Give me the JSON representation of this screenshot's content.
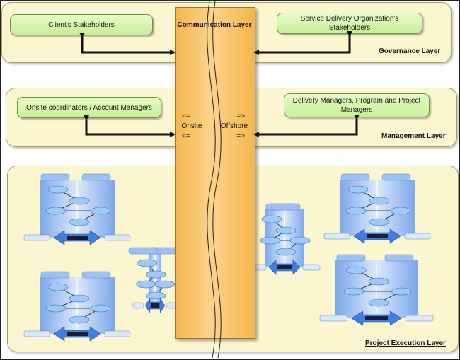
{
  "layers": {
    "governance": "Governance Layer",
    "management": "Management Layer",
    "execution": "Project Execution Layer"
  },
  "communication": {
    "title": "Communication Layer",
    "onsite_arrow_top": "<=",
    "onsite_label": "Onsite",
    "onsite_arrow_bottom": "<=",
    "offshore_arrow_top": "=>",
    "offshore_label": "Offshore",
    "offshore_arrow_bottom": "=>"
  },
  "boxes": {
    "client_stakeholders": "Client's Stakeholders",
    "sdo_stakeholders": "Service Delivery Organization's Stakeholders",
    "onsite_coordinators": "Onsite coordinators / Account Managers",
    "delivery_managers": "Delivery Managers, Program and Project Managers"
  },
  "colors": {
    "layer_fill": "#fbf6cf",
    "box_fill": "#d6f5ad",
    "comm_fill": "#f9c66b",
    "arrow": "#111111",
    "thumb_blue": "#8fb3ef"
  }
}
